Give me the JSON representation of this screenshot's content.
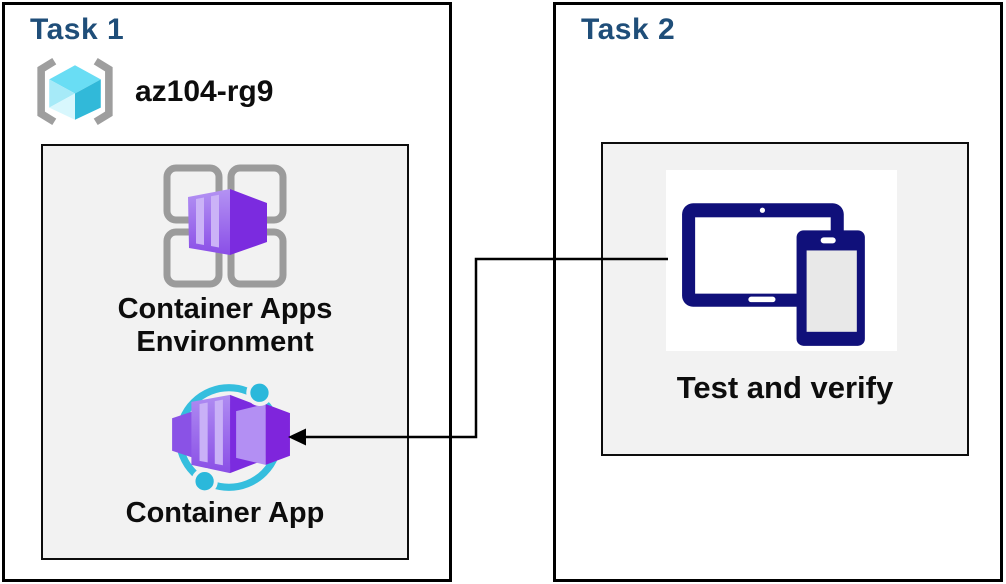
{
  "task1": {
    "title": "Task 1",
    "resource_group_name": "az104-rg9",
    "environment_line1": "Container Apps",
    "environment_line2": "Environment",
    "container_app_label": "Container App"
  },
  "task2": {
    "title": "Task 2",
    "test_label": "Test and verify"
  },
  "connector": {
    "type": "arrow",
    "from": "test-and-verify-icon",
    "to": "container-app-icon"
  },
  "colors": {
    "title_navy": "#1F4E79",
    "panel_border": "#000000",
    "inner_box_bg": "#F2F2F2",
    "bracket_gray": "#9E9E9E",
    "grid_gray": "#9B9B9B",
    "cube_cyan": "#31B9D9",
    "container_purple": "#7B2BDF",
    "orbit_cyan": "#35BEDE",
    "device_navy": "#10107A"
  }
}
